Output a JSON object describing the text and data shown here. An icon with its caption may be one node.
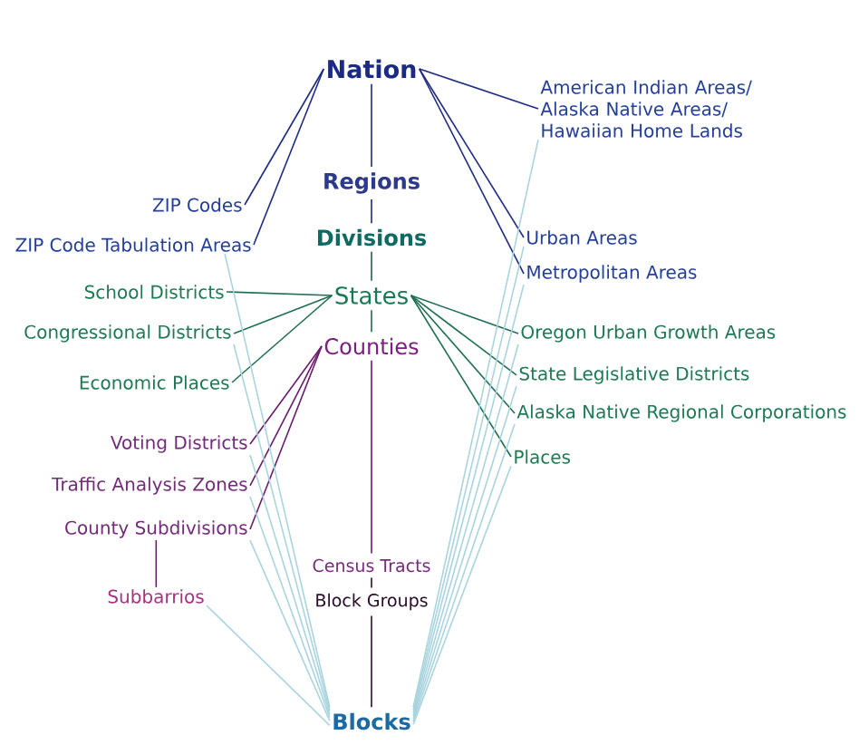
{
  "diagram": {
    "nodes": [
      {
        "text": [
          "Nation"
        ]
      },
      {
        "text": [
          "American Indian Areas/ Alaska Native Areas/ Hawaiian Home Lands"
        ]
      },
      {
        "text": [
          "Regions"
        ]
      },
      {
        "text": [
          "ZIP Codes"
        ]
      },
      {
        "text": [
          "ZIP Code Tabulation Areas"
        ]
      },
      {
        "text": [
          "Divisions"
        ]
      },
      {
        "text": [
          "Urban Areas"
        ]
      },
      {
        "text": [
          "Metropolitan Areas"
        ]
      },
      {
        "text": [
          "School Districts"
        ]
      },
      {
        "text": [
          "States"
        ]
      },
      {
        "text": [
          "Congressional Districts"
        ]
      },
      {
        "text": [
          "Counties"
        ]
      },
      {
        "text": [
          "Oregon Urban Growth Areas"
        ]
      },
      {
        "text": [
          "Economic Places"
        ]
      },
      {
        "text": [
          "State Legislative Districts"
        ]
      },
      {
        "text": [
          "Alaska Native Regional Corporations"
        ]
      },
      {
        "text": [
          "Voting Districts"
        ]
      },
      {
        "text": [
          "Places"
        ]
      },
      {
        "text": [
          "Traffic Analysis Zones"
        ]
      },
      {
        "text": [
          "County Subdivisions"
        ]
      },
      {
        "text": [
          "Census Tracts"
        ]
      },
      {
        "text": [
          "Subbarrios"
        ]
      },
      {
        "text": [
          "Block Groups"
        ]
      },
      {
        "text": [
          "Blocks"
        ]
      }
    ],
    "edges": [
      {
        "from": 0,
        "to": 2,
        "arrow": "none",
        "color": "#1e2b80"
      },
      {
        "from": 2,
        "to": 5,
        "arrow": "none",
        "color": "#1e2b80"
      },
      {
        "from": 5,
        "to": 9,
        "arrow": "none",
        "color": "#1d5e58"
      },
      {
        "from": 9,
        "to": 11,
        "arrow": "none",
        "color": "#1f6b52"
      },
      {
        "from": 11,
        "to": 20,
        "arrow": "none",
        "color": "#6b1b6e"
      },
      {
        "from": 20,
        "to": 22,
        "arrow": "none",
        "color": "#2a1030"
      },
      {
        "from": 22,
        "to": 23,
        "arrow": "none",
        "color": "#2a1030"
      },
      {
        "from": 0,
        "to": 1,
        "arrow": "none",
        "color": "#1e2b80"
      },
      {
        "from": 0,
        "to": 3,
        "arrow": "none",
        "color": "#1e2b80"
      },
      {
        "from": 0,
        "to": 4,
        "arrow": "none",
        "color": "#1e2b80"
      },
      {
        "from": 0,
        "to": 6,
        "arrow": "none",
        "color": "#1e2b80"
      },
      {
        "from": 0,
        "to": 7,
        "arrow": "none",
        "color": "#1e2b80"
      },
      {
        "from": 9,
        "to": 8,
        "arrow": "none",
        "color": "#1f6f52"
      },
      {
        "from": 9,
        "to": 10,
        "arrow": "none",
        "color": "#1f6f52"
      },
      {
        "from": 9,
        "to": 13,
        "arrow": "none",
        "color": "#1f6f52"
      },
      {
        "from": 9,
        "to": 12,
        "arrow": "none",
        "color": "#1f6f52"
      },
      {
        "from": 9,
        "to": 14,
        "arrow": "none",
        "color": "#1f6f52"
      },
      {
        "from": 9,
        "to": 15,
        "arrow": "none",
        "color": "#1f6f52"
      },
      {
        "from": 9,
        "to": 17,
        "arrow": "none",
        "color": "#1f6f52"
      },
      {
        "from": 11,
        "to": 16,
        "arrow": "none",
        "color": "#6b1b6e"
      },
      {
        "from": 11,
        "to": 18,
        "arrow": "none",
        "color": "#6b1b6e"
      },
      {
        "from": 11,
        "to": 19,
        "arrow": "none",
        "color": "#6b1b6e"
      },
      {
        "from": 19,
        "to": 21,
        "arrow": "none",
        "color": "#6b1b6e"
      },
      {
        "from": 4,
        "to": 23,
        "arrow": "none"
      },
      {
        "from": 10,
        "to": 23,
        "arrow": "none"
      },
      {
        "from": 16,
        "to": 23,
        "arrow": "none"
      },
      {
        "from": 18,
        "to": 23,
        "arrow": "none"
      },
      {
        "from": 19,
        "to": 23,
        "arrow": "none"
      },
      {
        "from": 21,
        "to": 23,
        "arrow": "none"
      },
      {
        "from": 1,
        "to": 23,
        "arrow": "none"
      },
      {
        "from": 6,
        "to": 23,
        "arrow": "none"
      },
      {
        "from": 7,
        "to": 23,
        "arrow": "none"
      },
      {
        "from": 12,
        "to": 23,
        "arrow": "none"
      },
      {
        "from": 14,
        "to": 23,
        "arrow": "none"
      },
      {
        "from": 15,
        "to": 23,
        "arrow": "none"
      },
      {
        "from": 17,
        "to": 23,
        "arrow": "none"
      }
    ]
  }
}
